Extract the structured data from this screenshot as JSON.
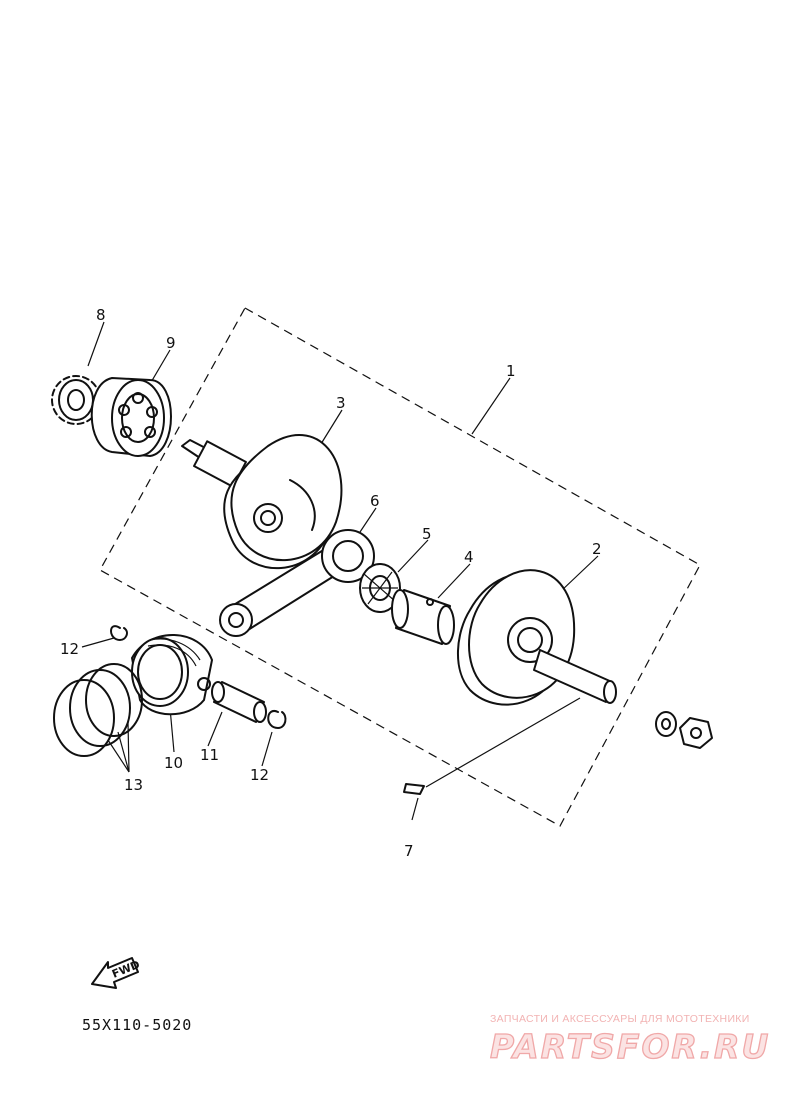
{
  "diagram": {
    "part_number_code": "55X110-5020",
    "fwd_label": "FWD",
    "callouts": [
      "1",
      "2",
      "3",
      "4",
      "5",
      "6",
      "7",
      "8",
      "9",
      "10",
      "11",
      "12",
      "12",
      "13"
    ],
    "watermark": {
      "subtitle": "ЗАПЧАСТИ И АКСЕССУАРЫ ДЛЯ МОТОТЕХНИКИ",
      "brand": "PARTSFOR.RU"
    }
  }
}
